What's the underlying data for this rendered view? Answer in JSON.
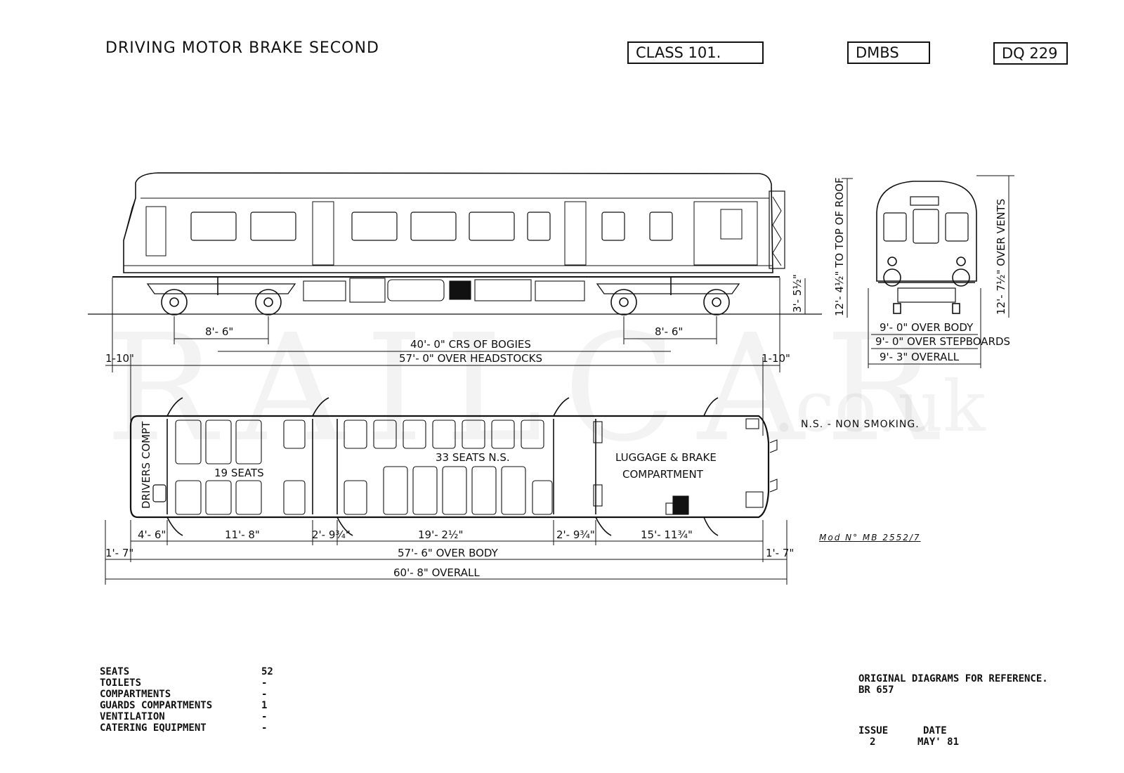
{
  "header": {
    "title": "DRIVING MOTOR BRAKE SECOND",
    "class_box": "CLASS 101.",
    "type_box": "DMBS",
    "diagram_box": "DQ 229"
  },
  "watermark": {
    "main": "RAILCAR",
    "suffix": ".co.uk"
  },
  "side_view": {
    "dims": {
      "bogie_wheelbase_left": "8'- 6\"",
      "bogie_wheelbase_right": "8'- 6\"",
      "bogie_centres": "40'- 0\" CRS OF BOGIES",
      "headstocks": "57'- 0\" OVER HEADSTOCKS",
      "overhang_left": "1-10\"",
      "overhang_right": "1-10\"",
      "floor_height": "3'- 5½\"",
      "height_roof": "12'- 4½\" TO TOP OF ROOF"
    }
  },
  "end_view": {
    "dims": {
      "over_vents": "12'- 7½\" OVER VENTS",
      "over_body": "9'- 0\" OVER BODY",
      "over_stepboards": "9'- 0\" OVER STEPBOARDS",
      "overall": "9'- 3\" OVERALL"
    }
  },
  "plan_view": {
    "labels": {
      "drivers": "DRIVERS COMPT",
      "seats_19": "19 SEATS",
      "seats_33": "33 SEATS N.S.",
      "luggage_1": "LUGGAGE & BRAKE",
      "luggage_2": "COMPARTMENT"
    },
    "dims": {
      "d1": "4'- 6\"",
      "d2": "11'- 8\"",
      "d3": "2'- 9¾\"",
      "d4": "19'- 2½\"",
      "d5": "2'- 9¾\"",
      "d6": "15'- 11¾\"",
      "end_left": "1'- 7\"",
      "end_right": "1'- 7\"",
      "over_body": "57'- 6\" OVER BODY",
      "overall": "60'- 8\" OVERALL"
    }
  },
  "notes": {
    "non_smoking": "N.S. - NON SMOKING.",
    "mod": "Mod N° MB 2552/7"
  },
  "summary": [
    {
      "name": "SEATS",
      "value": "52"
    },
    {
      "name": "TOILETS",
      "value": "-"
    },
    {
      "name": "COMPARTMENTS",
      "value": "-"
    },
    {
      "name": "GUARDS COMPARTMENTS",
      "value": "1"
    },
    {
      "name": "VENTILATION",
      "value": "-"
    },
    {
      "name": "CATERING EQUIPMENT",
      "value": "-"
    }
  ],
  "reference": {
    "line1": "ORIGINAL DIAGRAMS FOR REFERENCE.",
    "line2": "BR 657",
    "issue_label": "ISSUE",
    "issue_value": "2",
    "date_label": "DATE",
    "date_value": "MAY' 81"
  }
}
